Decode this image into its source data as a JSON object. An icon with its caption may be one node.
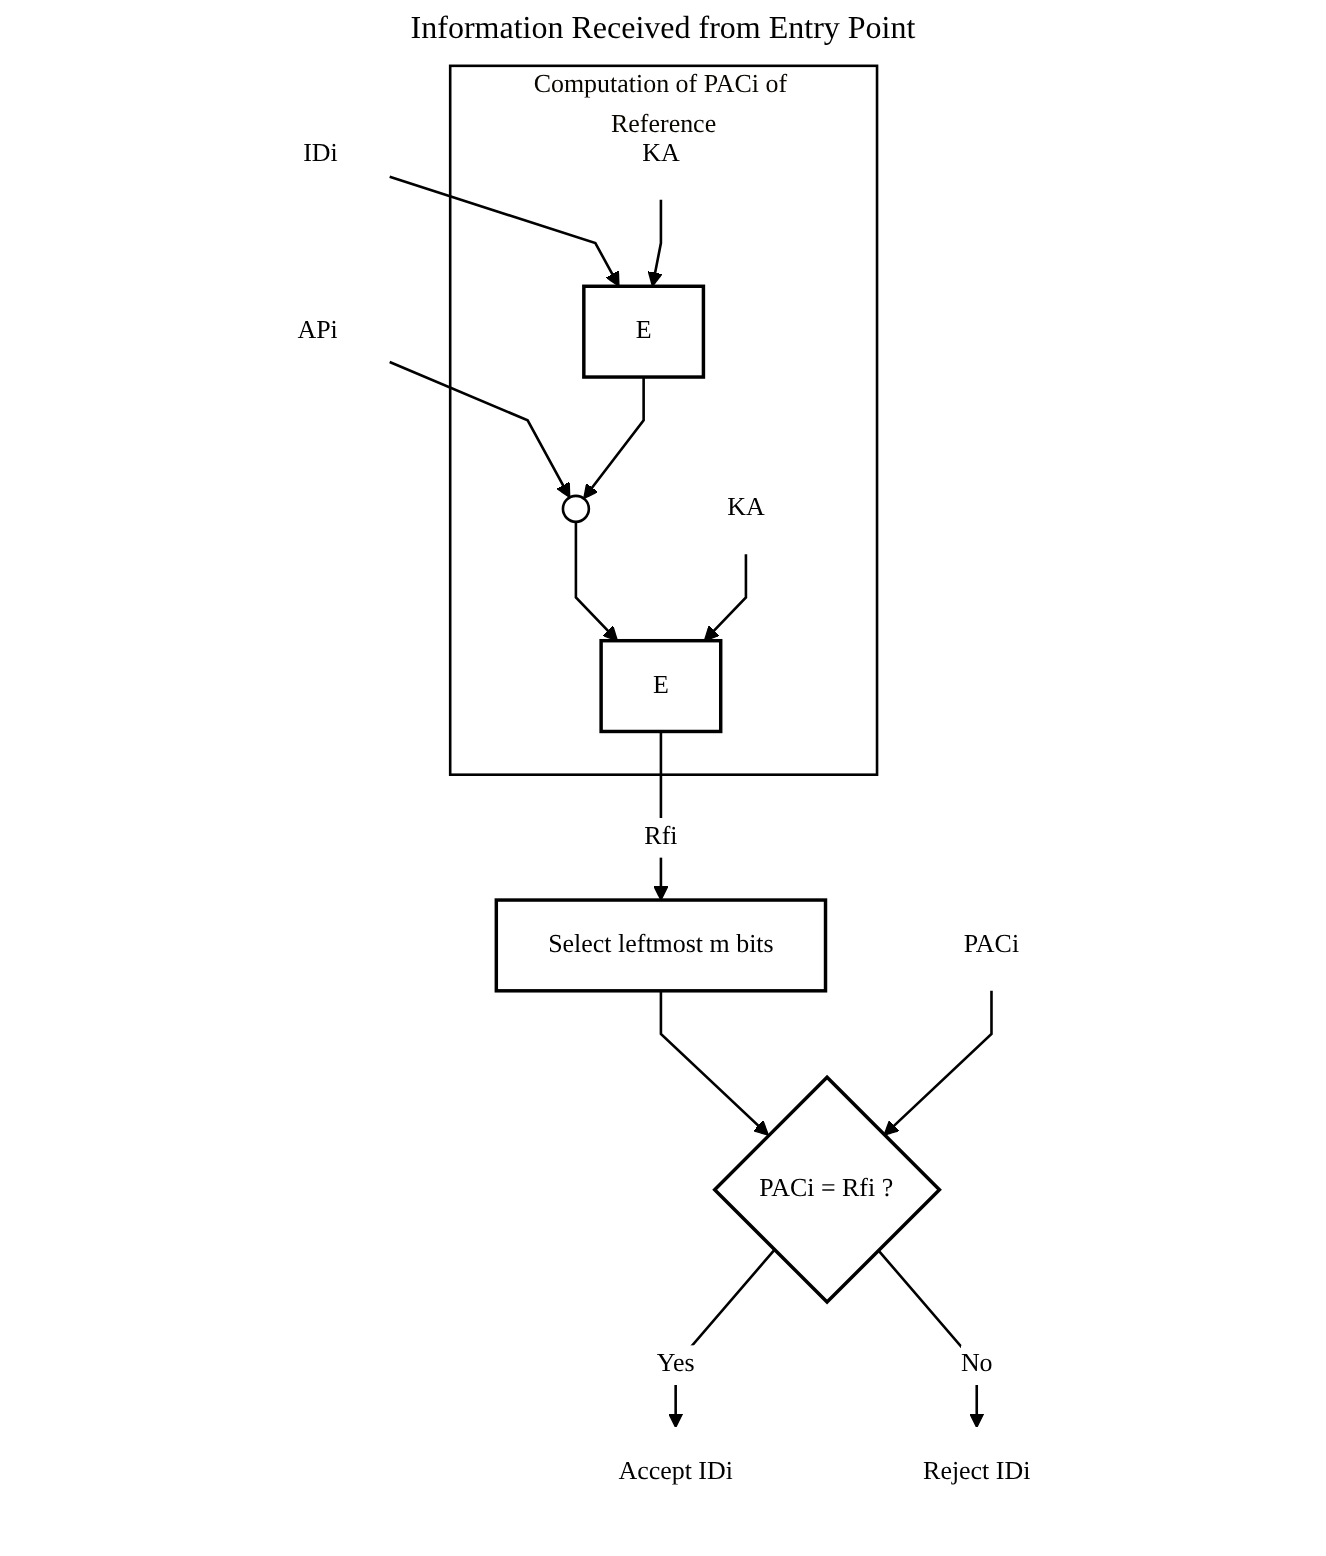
{
  "diagram": {
    "title": "Information Received from Entry Point",
    "nodes": [
      {
        "text": [
          "PACi"
        ]
      },
      {
        "text": [
          "IDi"
        ]
      },
      {
        "text": [
          "APi"
        ]
      },
      {
        "text": [
          "Computation of PACi of Reference"
        ]
      },
      {
        "text": [
          "KA"
        ],
        "in": 3
      },
      {
        "text": [
          "E"
        ],
        "in": 3
      },
      {
        "text": [],
        "shape": "circle",
        "in": 3
      },
      {
        "text": [
          "KA"
        ],
        "in": 3
      },
      {
        "text": [
          "E"
        ],
        "in": 3
      },
      {
        "text": [
          "Select leftmost m bits"
        ]
      },
      {
        "text": [
          "PACi = Rfi ?"
        ]
      },
      {
        "text": [
          "Accept IDi"
        ]
      },
      {
        "text": [
          "Reject IDi"
        ]
      }
    ],
    "edges": [
      {
        "from": 1,
        "to": 5,
        "arrow": "to"
      },
      {
        "from": 4,
        "to": 5,
        "arrow": "to"
      },
      {
        "from": 2,
        "to": 6,
        "arrow": "to"
      },
      {
        "from": 5,
        "to": 6,
        "arrow": "to"
      },
      {
        "from": 6,
        "to": 8,
        "arrow": "to"
      },
      {
        "from": 7,
        "to": 8,
        "arrow": "to"
      },
      {
        "from": 8,
        "to": 9,
        "arrow": "to",
        "label": "Rfi"
      },
      {
        "from": 9,
        "to": 10,
        "arrow": "to"
      },
      {
        "from": 0,
        "to": 10,
        "arrow": "to"
      },
      {
        "from": 10,
        "to": 11,
        "arrow": "to",
        "label": "Yes"
      },
      {
        "from": 10,
        "to": 12,
        "arrow": "to",
        "label": "No"
      }
    ]
  }
}
